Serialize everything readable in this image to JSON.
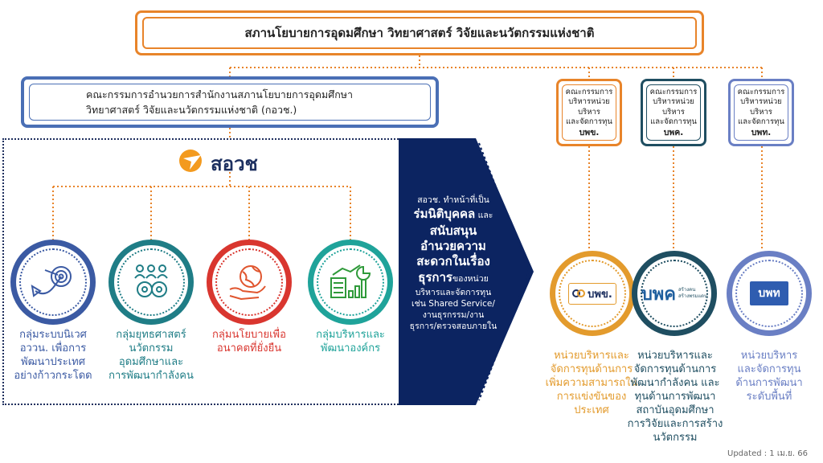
{
  "top": {
    "title": "สภานโยบายการอุดมศึกษา วิทยาศาสตร์ วิจัยและนวัตกรรมแห่งชาติ"
  },
  "board": {
    "line1": "คณะกรรมการอำนวยการสำนักงานสภานโยบายการอุดมศึกษา",
    "line2": "วิทยาศาสตร์ วิจัยและนวัตกรรมแห่งชาติ (กอวช.)"
  },
  "logo": {
    "text": "สอวช"
  },
  "committees": [
    {
      "line1": "คณะกรรมการ",
      "line2": "บริหารหน่วยบริหาร",
      "line3": "และจัดการทุน",
      "code": "บพข."
    },
    {
      "line1": "คณะกรรมการ",
      "line2": "บริหารหน่วยบริหาร",
      "line3": "และจัดการทุน",
      "code": "บพค."
    },
    {
      "line1": "คณะกรรมการ",
      "line2": "บริหารหน่วยบริหาร",
      "line3": "และจัดการทุน",
      "code": "บพท."
    }
  ],
  "groups": [
    {
      "lines": [
        "กลุ่มระบบนิเวศ",
        "อววน. เพื่อการ",
        "พัฒนาประเทศ",
        "อย่างก้าวกระโดด"
      ],
      "color": "#3b5aa3",
      "icon": "target-arrow-icon"
    },
    {
      "lines": [
        "กลุ่มยุทธศาสตร์",
        "นวัตกรรม",
        "อุดมศึกษาและ",
        "การพัฒนากำลังคน"
      ],
      "color": "#1f7d86",
      "icon": "people-gears-icon"
    },
    {
      "lines": [
        "กลุ่มนโยบายเพื่อ",
        "อนาคตที่ยั่งยืน"
      ],
      "color": "#d9362f",
      "icon": "globe-hand-icon"
    },
    {
      "lines": [
        "กลุ่มบริหารและ",
        "พัฒนาองค์กร"
      ],
      "color": "#1fa39a",
      "icon": "growth-chart-icon"
    }
  ],
  "arrow": {
    "l1": "สอวช. ทำหน้าที่เป็น",
    "l2a": "ร่มนิติบุคคล",
    "l2b": " และ",
    "l3": "สนับสนุน",
    "l4": "อำนวยความ",
    "l5": "สะดวกในเรื่อง",
    "l6a": "ธุรการ",
    "l6b": "ของหน่วย",
    "l7": "บริหารและจัดการทุน",
    "l8": "เช่น Shared Service/",
    "l9": "งานธุรกรรม/งาน",
    "l10": "ธุรการ/ตรวจสอบภายใน"
  },
  "units": [
    {
      "logo": "บพข.",
      "lines": [
        "หน่วยบริหารและ",
        "จัดการทุนด้านการ",
        "เพิ่มความสามารถใน",
        "การแข่งขันของ",
        "ประเทศ"
      ],
      "color": "#e39b2d"
    },
    {
      "logo": "บพค",
      "logo_sub": "สร้างคน\nสร้างพรมแดน",
      "lines": [
        "หน่วยบริหารและ",
        "จัดการทุนด้านการ",
        "พัฒนากำลังคน และ",
        "ทุนด้านการพัฒนา",
        "สถาบันอุดมศึกษา",
        "การวิจัยและการสร้าง",
        "นวัตกรรม"
      ],
      "color": "#1f4e61"
    },
    {
      "logo": "บพท",
      "lines": [
        "หน่วยบริหาร",
        "และจัดการทุน",
        "ด้านการพัฒนา",
        "ระดับพื้นที่"
      ],
      "color": "#6a7fc4"
    }
  ],
  "colors": {
    "orange": "#e8842a",
    "blue": "#4a6fb5",
    "navy": "#0c2461",
    "teal": "#1f4e61"
  },
  "footer": {
    "updated": "Updated : 1 เม.ย. 66"
  }
}
